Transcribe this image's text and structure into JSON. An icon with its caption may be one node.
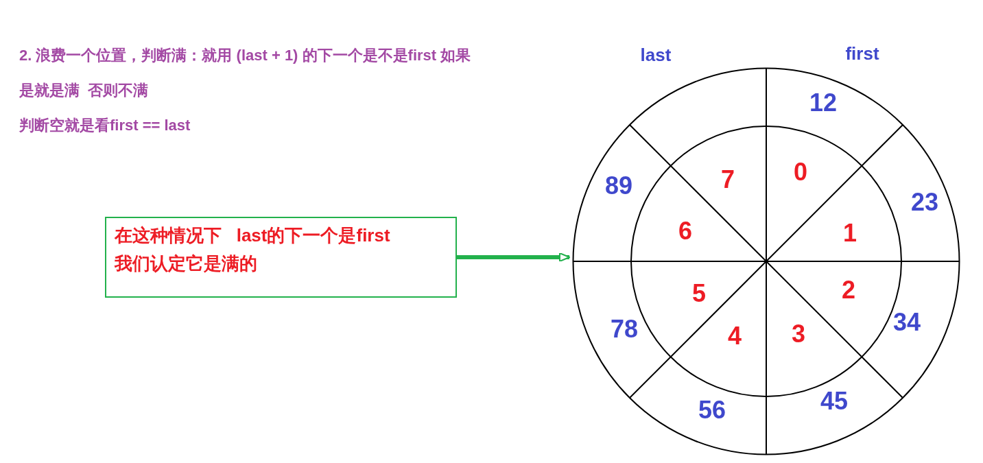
{
  "diagram": {
    "nodes": [
      {
        "text": [
          "在这种情况下   last的下一个是first",
          "我们认定它是满的"
        ]
      },
      {
        "text": [
          "12",
          "23",
          "34",
          "45",
          "56",
          "78",
          "89",
          "0",
          "1",
          "2",
          "3",
          "4",
          "5",
          "6",
          "7"
        ]
      }
    ],
    "edges": [
      {
        "from": 0,
        "to": 1,
        "arrow": "to",
        "color": "#22b14c"
      }
    ],
    "labels": [
      "2. 浪费一个位置，判断满：就用 (last + 1) 的下一个是不是first 如果是就是满  否则不满",
      "判断空就是看first == last",
      "last",
      "first"
    ]
  }
}
